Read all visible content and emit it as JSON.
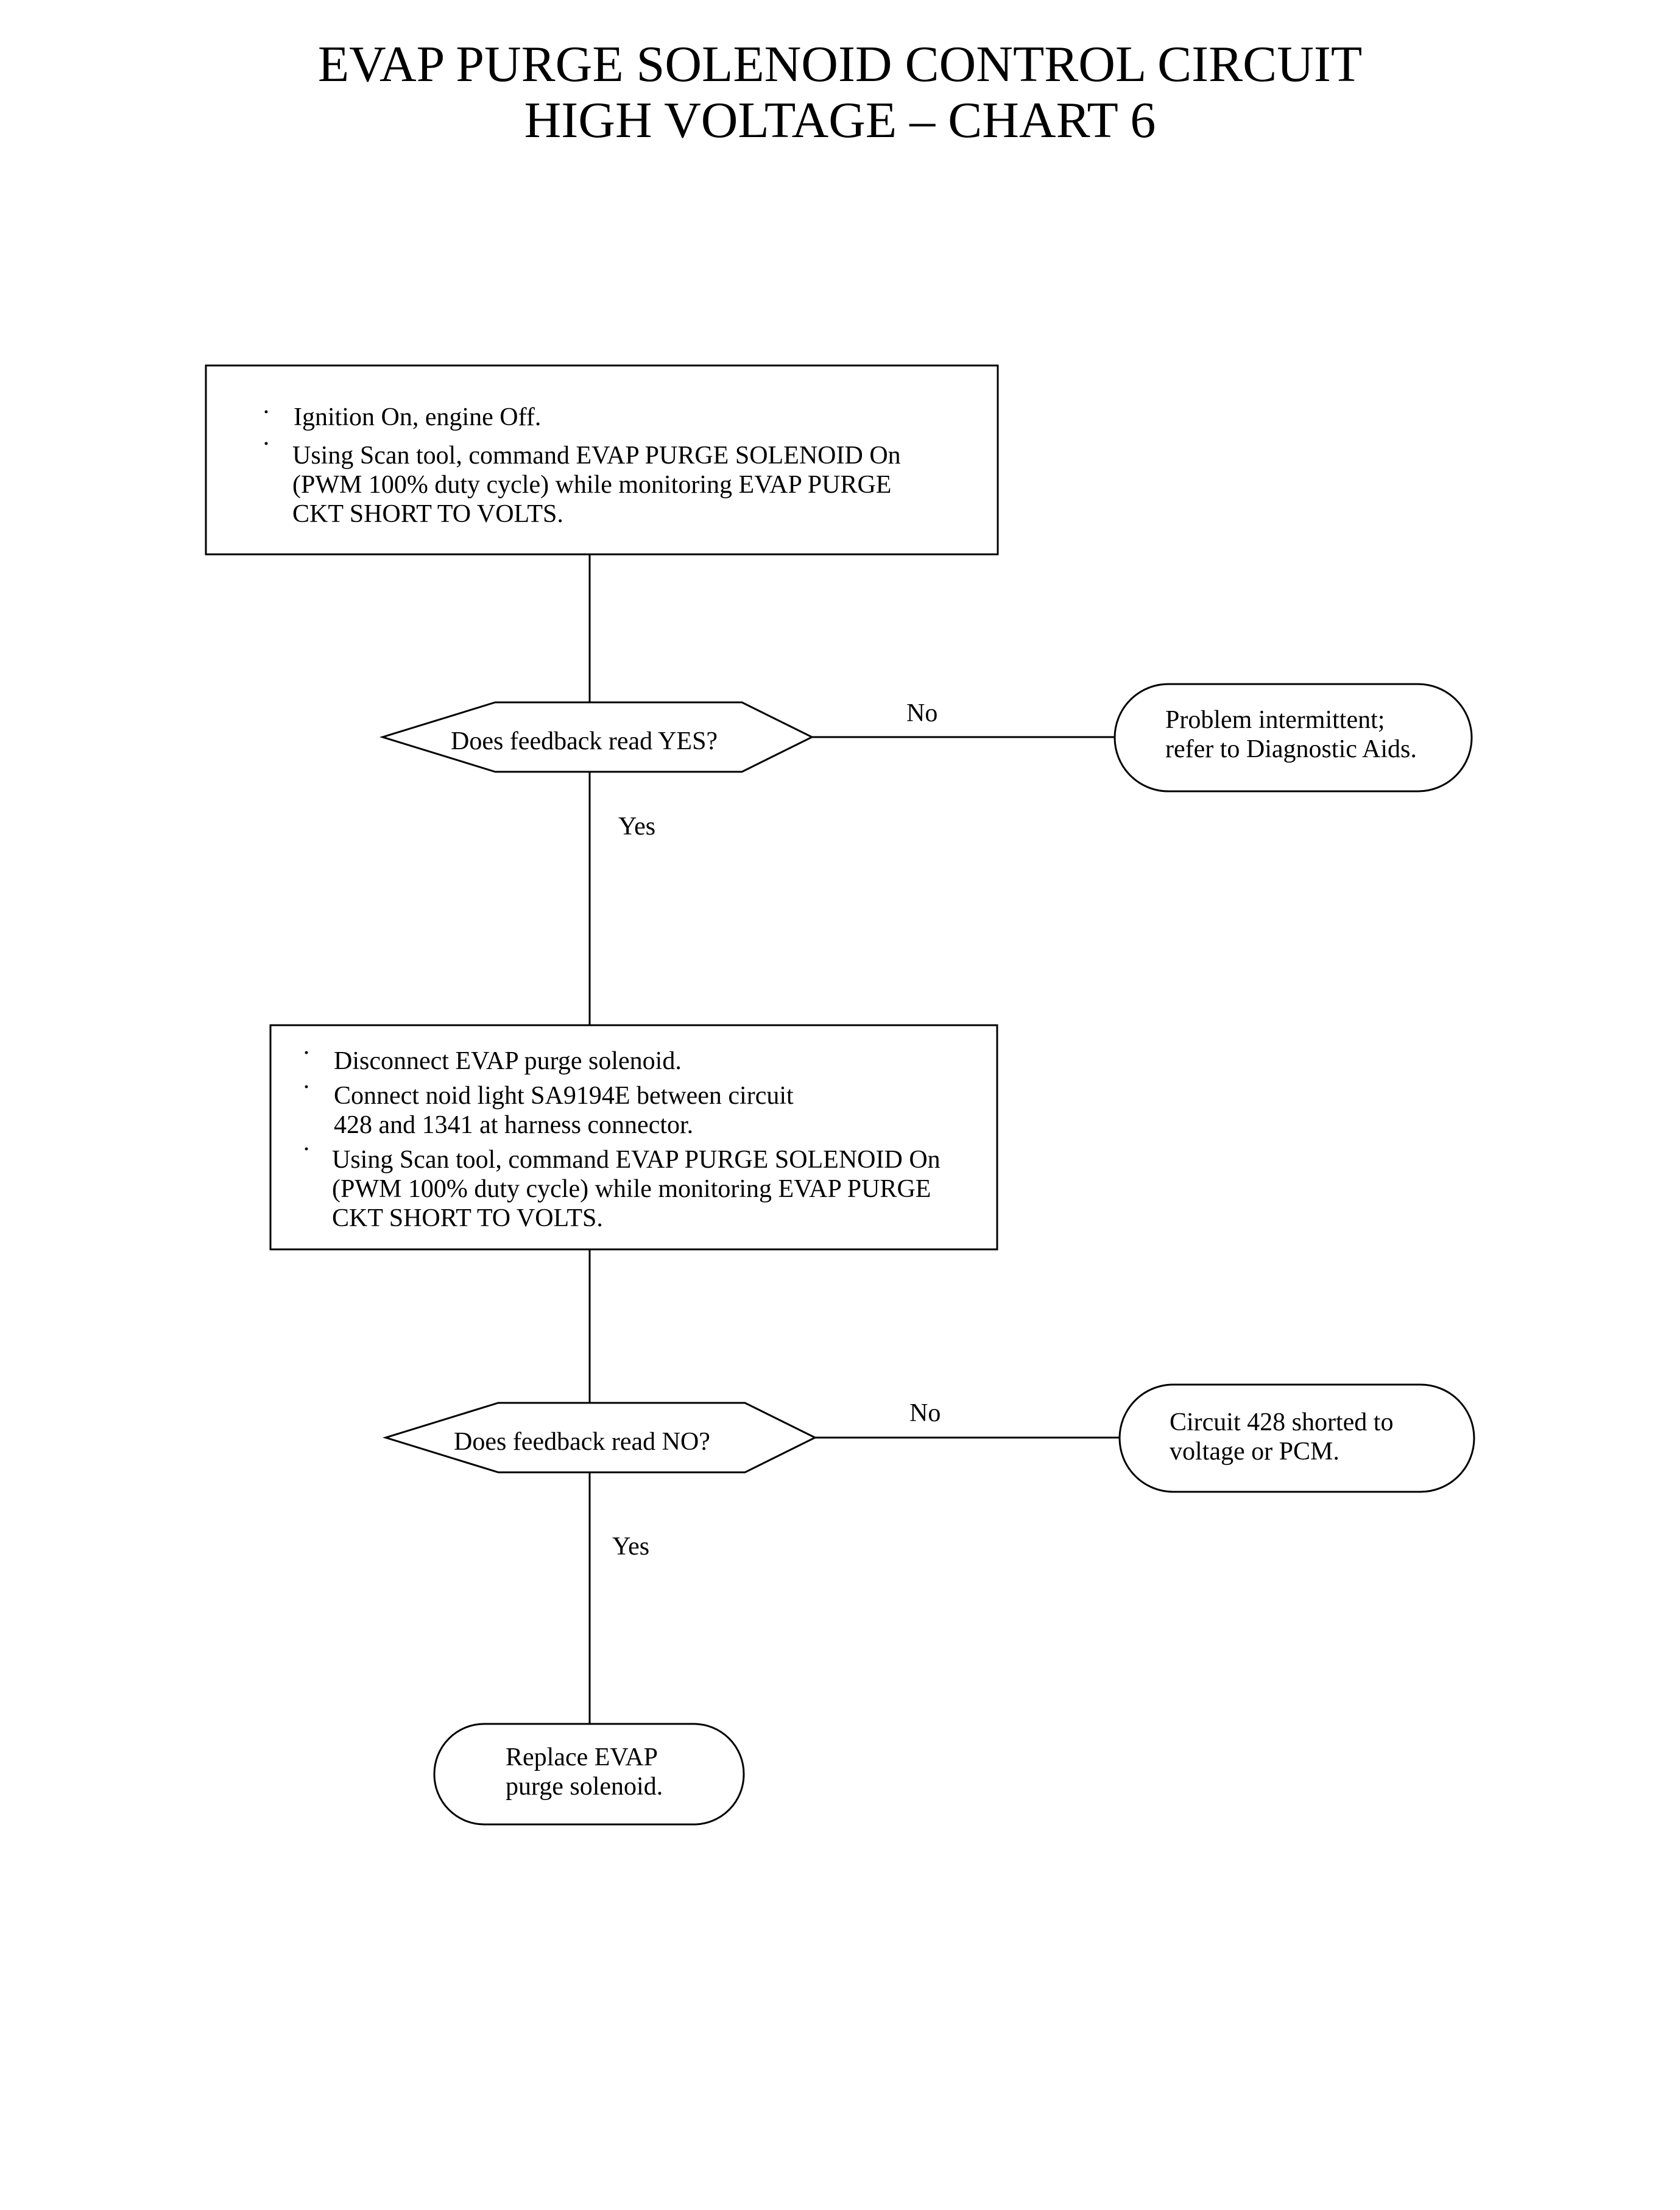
{
  "title": {
    "line1": "EVAP PURGE SOLENOID CONTROL CIRCUIT",
    "line2": "HIGH VOLTAGE – CHART 6"
  },
  "flowchart": {
    "step1": {
      "bullets": [
        [
          "Ignition On, engine Off."
        ],
        [
          "Using Scan tool, command EVAP PURGE SOLENOID On",
          "(PWM 100% duty cycle) while monitoring EVAP PURGE",
          "CKT SHORT TO VOLTS."
        ]
      ]
    },
    "decision1": {
      "question": "Does feedback read YES?",
      "no_label": "No",
      "yes_label": "Yes",
      "no_result": [
        "Problem intermittent;",
        "refer to Diagnostic Aids."
      ]
    },
    "step2": {
      "bullets": [
        [
          "Disconnect EVAP purge solenoid."
        ],
        [
          "Connect noid light SA9194E between circuit",
          "428 and 1341 at harness connector."
        ],
        [
          "Using Scan tool, command EVAP PURGE SOLENOID On",
          "(PWM 100% duty cycle) while monitoring EVAP PURGE",
          "CKT SHORT TO VOLTS."
        ]
      ]
    },
    "decision2": {
      "question": "Does feedback read NO?",
      "no_label": "No",
      "yes_label": "Yes",
      "no_result": [
        "Circuit 428 shorted to",
        "voltage or PCM."
      ]
    },
    "final": {
      "lines": [
        "Replace EVAP",
        "purge solenoid."
      ]
    },
    "bullet_symbol": "·"
  }
}
